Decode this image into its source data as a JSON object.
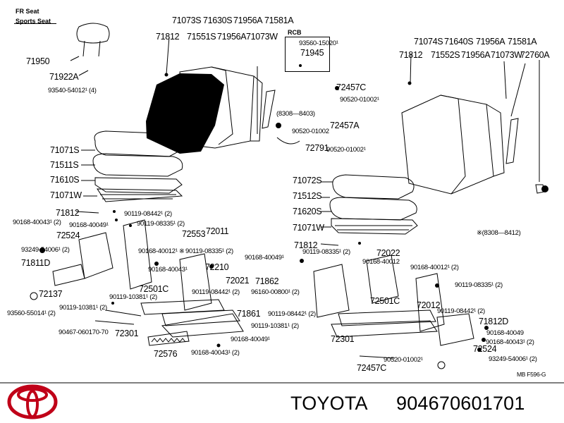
{
  "header": {
    "seat_title": "FR Seat",
    "seat_subtitle": "Sports Seat"
  },
  "rcb_label": "RCB",
  "star_note": "※(8308—8412)",
  "diagram_code": "MB F596-G",
  "footer": {
    "brand": "TOYOTA",
    "part_number": "904670601701"
  },
  "parts": [
    {
      "t": "71950",
      "c": "p"
    },
    {
      "t": "71922A",
      "c": "p"
    },
    {
      "t": "93540-54012¹ (4)",
      "c": "s"
    },
    {
      "t": "71073S",
      "c": "p"
    },
    {
      "t": "71630S",
      "c": "p"
    },
    {
      "t": "71956A",
      "c": "p"
    },
    {
      "t": "71581A",
      "c": "p"
    },
    {
      "t": "71812",
      "c": "p"
    },
    {
      "t": "71551S",
      "c": "p"
    },
    {
      "t": "71956A",
      "c": "p"
    },
    {
      "t": "71073W",
      "c": "p"
    },
    {
      "t": "93560-15020¹",
      "c": "s"
    },
    {
      "t": "71945",
      "c": "p"
    },
    {
      "t": "71074S",
      "c": "p"
    },
    {
      "t": "71640S",
      "c": "p"
    },
    {
      "t": "71956A",
      "c": "p"
    },
    {
      "t": "71581A",
      "c": "p"
    },
    {
      "t": "71812",
      "c": "p"
    },
    {
      "t": "71552S",
      "c": "p"
    },
    {
      "t": "71956A",
      "c": "p"
    },
    {
      "t": "71073W",
      "c": "p"
    },
    {
      "t": "72760A",
      "c": "p"
    },
    {
      "t": "72457C",
      "c": "p"
    },
    {
      "t": "90520-01002¹",
      "c": "s"
    },
    {
      "t": "(8308—8403)",
      "c": "s"
    },
    {
      "t": "90520-01002",
      "c": "s"
    },
    {
      "t": "72457A",
      "c": "p"
    },
    {
      "t": "72791",
      "c": "p"
    },
    {
      "t": "90520-01002¹",
      "c": "s"
    },
    {
      "t": "71071S",
      "c": "p"
    },
    {
      "t": "71511S",
      "c": "p"
    },
    {
      "t": "71610S",
      "c": "p"
    },
    {
      "t": "71071W",
      "c": "p"
    },
    {
      "t": "71072S",
      "c": "p"
    },
    {
      "t": "71512S",
      "c": "p"
    },
    {
      "t": "71620S",
      "c": "p"
    },
    {
      "t": "71071W",
      "c": "p"
    },
    {
      "t": "71812",
      "c": "p"
    },
    {
      "t": "90119-08442¹ (2)",
      "c": "s"
    },
    {
      "t": "90168-40043¹ (2)",
      "c": "s"
    },
    {
      "t": "90168-40049¹",
      "c": "s"
    },
    {
      "t": "90119-08335¹ (2)",
      "c": "s"
    },
    {
      "t": "72524",
      "c": "p"
    },
    {
      "t": "72553",
      "c": "p"
    },
    {
      "t": "72011",
      "c": "p"
    },
    {
      "t": "93249-54006¹ (2)",
      "c": "s"
    },
    {
      "t": "90168-40012¹ ※",
      "c": "s"
    },
    {
      "t": "90119-08335¹ (2)",
      "c": "s"
    },
    {
      "t": "71811D",
      "c": "p"
    },
    {
      "t": "90168-40043¹",
      "c": "s"
    },
    {
      "t": "72210",
      "c": "p"
    },
    {
      "t": "72021",
      "c": "p"
    },
    {
      "t": "71862",
      "c": "p"
    },
    {
      "t": "72501C",
      "c": "p"
    },
    {
      "t": "90119-08442¹ (2)",
      "c": "s"
    },
    {
      "t": "72137",
      "c": "p"
    },
    {
      "t": "93560-55014¹ (2)",
      "c": "s"
    },
    {
      "t": "90119-10381¹ (2)",
      "c": "s"
    },
    {
      "t": "90119-10381¹ (2)",
      "c": "s"
    },
    {
      "t": "96160-00800¹ (2)",
      "c": "s"
    },
    {
      "t": "90467-060170-70",
      "c": "s"
    },
    {
      "t": "72301",
      "c": "p"
    },
    {
      "t": "71861",
      "c": "p"
    },
    {
      "t": "90168-40049¹",
      "c": "s"
    },
    {
      "t": "72576",
      "c": "p"
    },
    {
      "t": "90168-40043¹ (2)",
      "c": "s"
    },
    {
      "t": "71812",
      "c": "p"
    },
    {
      "t": "90168-40049¹",
      "c": "s"
    },
    {
      "t": "90119-08335¹ (2)",
      "c": "s"
    },
    {
      "t": "72022",
      "c": "p"
    },
    {
      "t": "90168-40012",
      "c": "s"
    },
    {
      "t": "90168-40012¹ (2)",
      "c": "s"
    },
    {
      "t": "90119-08335¹ (2)",
      "c": "s"
    },
    {
      "t": "72501C",
      "c": "p"
    },
    {
      "t": "72012",
      "c": "p"
    },
    {
      "t": "90119-08442¹ (2)",
      "c": "s"
    },
    {
      "t": "90119-08442¹ (2)",
      "c": "s"
    },
    {
      "t": "71812D",
      "c": "p"
    },
    {
      "t": "90119-10381¹ (2)",
      "c": "s"
    },
    {
      "t": "90168-40049",
      "c": "s"
    },
    {
      "t": "90168-40043¹ (2)",
      "c": "s"
    },
    {
      "t": "72301",
      "c": "p"
    },
    {
      "t": "72524",
      "c": "p"
    },
    {
      "t": "93249-54006¹ (2)",
      "c": "s"
    },
    {
      "t": "72457C",
      "c": "p"
    },
    {
      "t": "90520-01002¹",
      "c": "s"
    }
  ]
}
